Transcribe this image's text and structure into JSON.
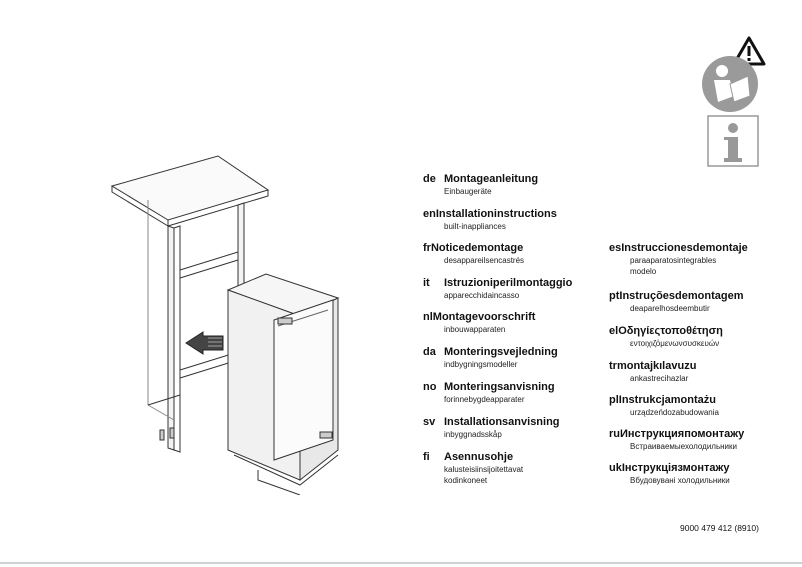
{
  "left_column": [
    {
      "lang": "de",
      "title": "Montageanleitung",
      "sub": [
        "Einbaugeräte"
      ]
    },
    {
      "lang": "en",
      "title": "Installationinstructions",
      "sub": [
        "built-inappliances"
      ]
    },
    {
      "lang": "fr",
      "title": "Noticedemontage",
      "sub": [
        "desappareilsencastrés"
      ]
    },
    {
      "lang": "it",
      "title": "Istruzioniperilmontaggio",
      "sub": [
        "apparecchidaincasso"
      ]
    },
    {
      "lang": "nl",
      "title": "Montagevoorschrift",
      "sub": [
        "inbouwapparaten"
      ]
    },
    {
      "lang": "da",
      "title": "Monteringsvejledning",
      "sub": [
        "indbygningsmodeller"
      ]
    },
    {
      "lang": "no",
      "title": "Monteringsanvisning",
      "sub": [
        "forinnebygdeapparater"
      ]
    },
    {
      "lang": "sv",
      "title": "Installationsanvisning",
      "sub": [
        "inbyggnadsskåp"
      ]
    },
    {
      "lang": "fi",
      "title": "Asennusohje",
      "sub": [
        "kalusteisiinsijoitettavat",
        "kodinkoneet"
      ]
    }
  ],
  "right_column": [
    {
      "lang": "es",
      "title": "Instruccionesdemontaje",
      "sub": [
        "paraaparatosintegrables",
        "modelo"
      ]
    },
    {
      "lang": "pt",
      "title": "Instruçõesdemontagem",
      "sub": [
        "deaparelhosdeembutir"
      ]
    },
    {
      "lang": "el",
      "title": "Οδηγίεςτοποθέτηση",
      "sub": [
        "εντοιχιζόμενωνσυσκευών"
      ]
    },
    {
      "lang": "tr",
      "title": "montajkılavuzu",
      "sub": [
        "ankastrecihazlar"
      ]
    },
    {
      "lang": "pl",
      "title": "Instrukcjamontażu",
      "sub": [
        "urządzeńdozabudowania"
      ]
    },
    {
      "lang": "ru",
      "title": "Инструкцияпомонтажу",
      "sub": [
        "Встраиваемыехолодильники"
      ]
    },
    {
      "lang": "uk",
      "title": "Інструкціязмонтажу",
      "sub": [
        "Вбудовувані холодильники"
      ]
    }
  ],
  "document_number": "9000 479 412 (8910)",
  "icons": [
    "warning-icon",
    "read-manual-icon",
    "info-icon"
  ]
}
